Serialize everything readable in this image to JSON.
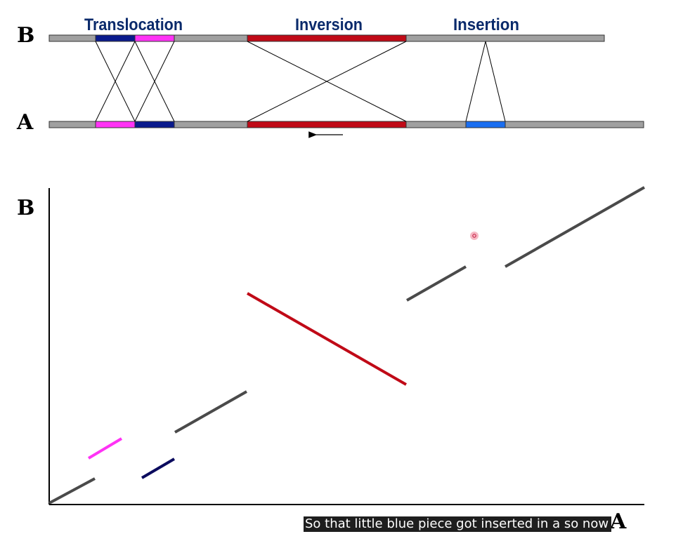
{
  "diagram": {
    "track_labels": {
      "top": "B",
      "bottom": "A"
    },
    "event_labels": {
      "translocation": "Translocation",
      "inversion": "Inversion",
      "insertion": "Insertion"
    },
    "colors": {
      "chromosome": "#a0a0a0",
      "translocation_dark": "#0a1a8c",
      "translocation_magenta": "#ff33f5",
      "inversion": "#c00a17",
      "insertion": "#1a6ef0",
      "label_text": "#0a2a6b",
      "dotplot_line": "#4a4a4a",
      "dotplot_dark_segment": "#0b0b5e"
    },
    "direction_arrow": "left-arrow-icon"
  },
  "dotplot": {
    "y_axis_label": "B",
    "x_axis_label": "A"
  },
  "caption": {
    "text": "So that little blue piece got inserted in a so now"
  }
}
